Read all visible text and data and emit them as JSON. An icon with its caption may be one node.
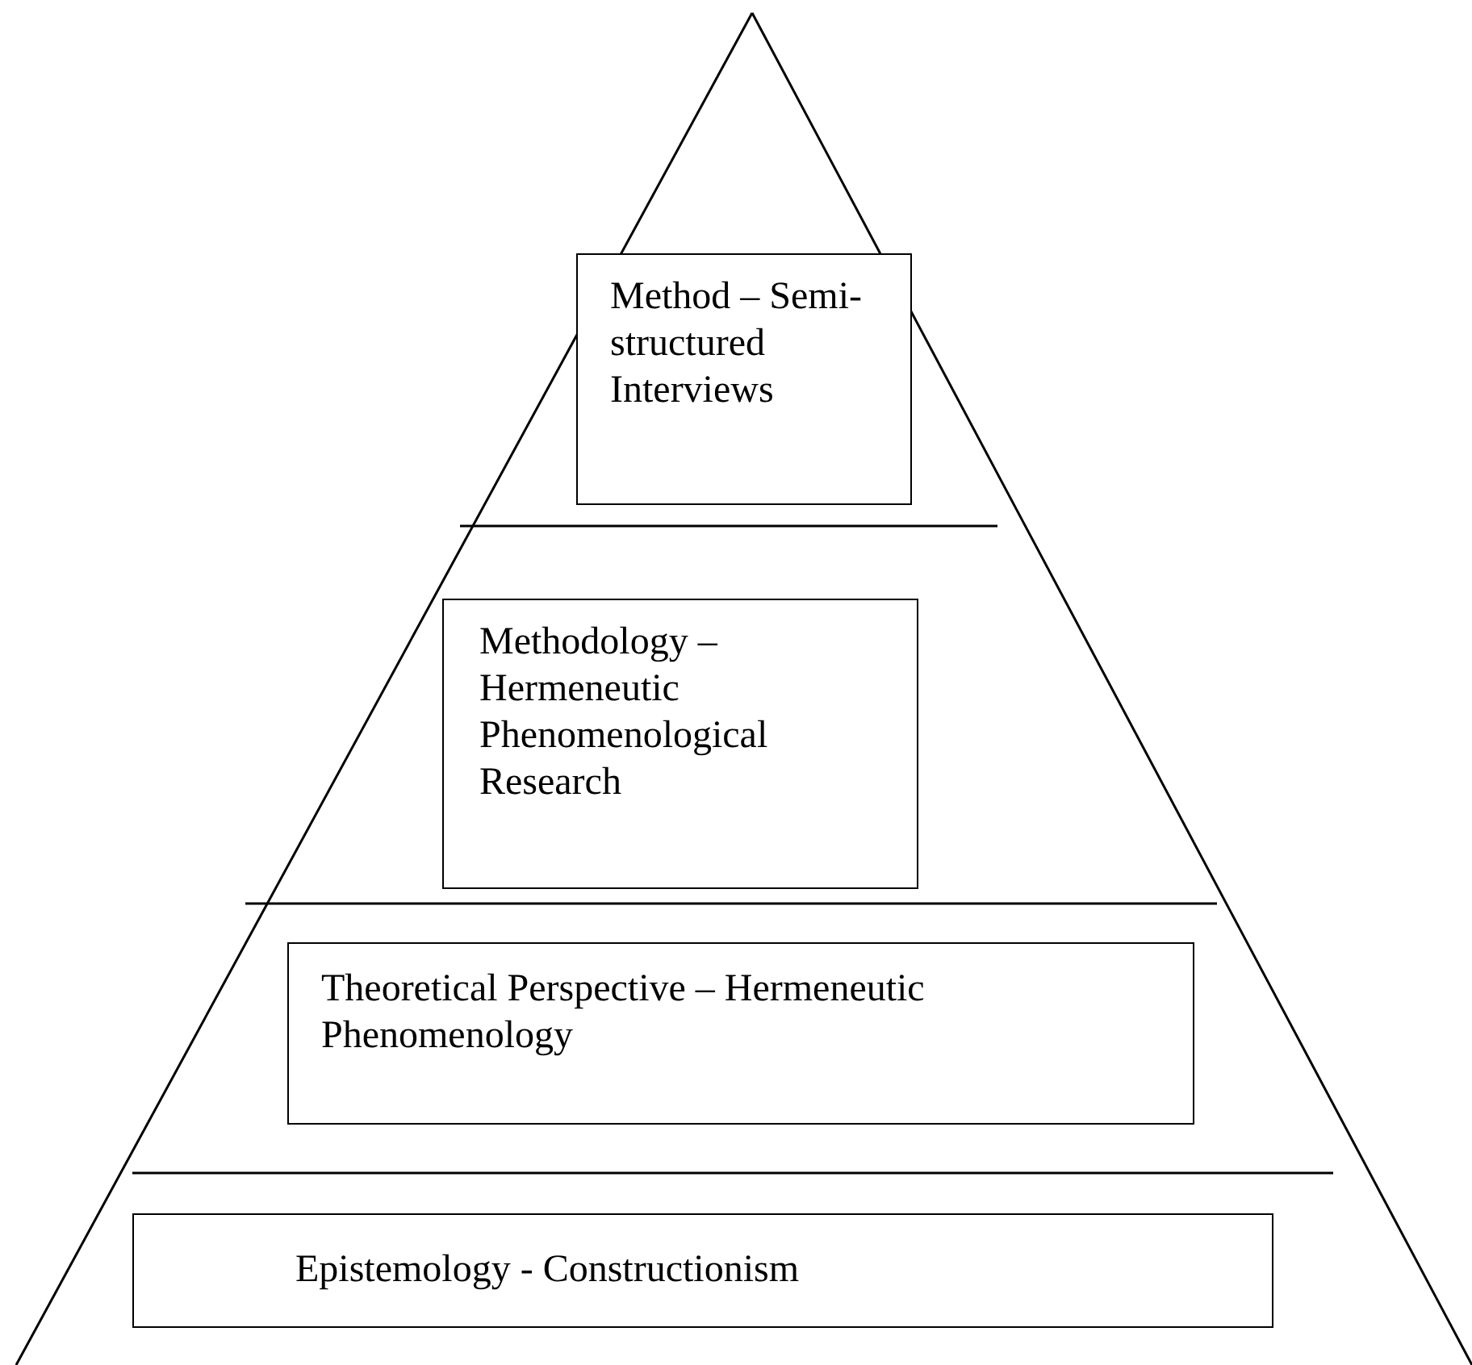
{
  "diagram": {
    "nodes": [
      {
        "text": [
          "Method – Semi-structured Interviews"
        ]
      },
      {
        "text": [
          "Methodology – Hermeneutic Phenomenological Research"
        ]
      },
      {
        "text": [
          "Theoretical Perspective – Hermeneutic Phenomenology"
        ]
      },
      {
        "text": [
          "Epistemology - Constructionism"
        ]
      }
    ]
  }
}
